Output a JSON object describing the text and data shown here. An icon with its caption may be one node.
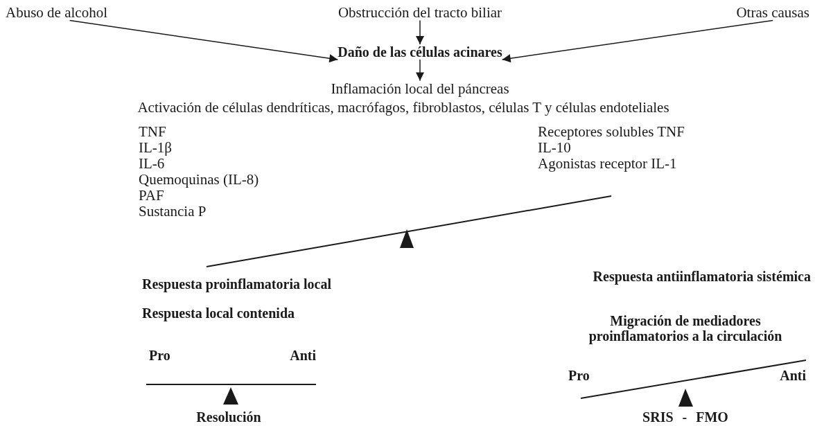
{
  "diagram": {
    "nodes": [
      {
        "text": [
          "Abuso de alcohol"
        ]
      },
      {
        "text": [
          "Obstrucción del tracto biliar"
        ]
      },
      {
        "text": [
          "Otras causas"
        ]
      },
      {
        "text": [
          "Daño de las células acinares"
        ]
      },
      {
        "text": [
          "Inflamación local del páncreas"
        ]
      }
    ],
    "edges": [
      {
        "from": 0,
        "to": 3,
        "arrow": "to"
      },
      {
        "from": 1,
        "to": 3,
        "arrow": "to"
      },
      {
        "from": 2,
        "to": 3,
        "arrow": "to"
      },
      {
        "from": 3,
        "to": 4,
        "arrow": "to"
      }
    ],
    "labels": [
      "Activación de células dendríticas, macrófagos, fibroblastos, células T y células endoteliales",
      "TNF",
      "Receptores solubles TNF",
      "IL-1β",
      "IL-10",
      "IL-6",
      "Agonistas receptor IL-1",
      "Quemoquinas (IL-8)",
      "PAF",
      "Sustancia P",
      "Respuesta proinflamatoria local",
      "Respuesta antiinflamatoria sistémica",
      "Respuesta local contenida",
      "Migración de mediadores proinflamatorios a la circulación",
      "Pro",
      "Anti",
      "Pro",
      "Anti",
      "Resolución",
      "SRIS - FMO"
    ]
  }
}
